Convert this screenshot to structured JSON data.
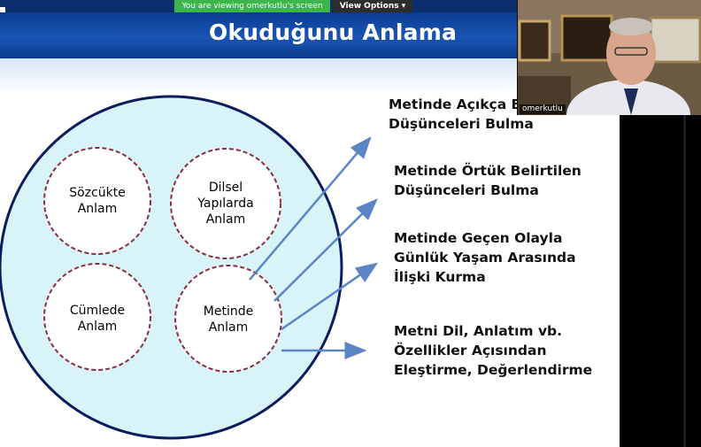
{
  "share_banner": {
    "viewing_text": "You are viewing omerkutlu's screen",
    "view_options_label": "View Options"
  },
  "slide": {
    "title": "Okuduğunu Anlama",
    "bubbles": [
      {
        "lines": [
          "Sözcükte",
          "Anlam"
        ]
      },
      {
        "lines": [
          "Dilsel",
          "Yapılarda",
          "Anlam"
        ]
      },
      {
        "lines": [
          "Cümlede",
          "Anlam"
        ]
      },
      {
        "lines": [
          "Metinde",
          "Anlam"
        ]
      }
    ],
    "items": [
      {
        "lines": [
          "Metinde Açıkça B",
          "Düşünceleri Bulma"
        ]
      },
      {
        "lines": [
          "Metinde Örtük Belirtilen",
          "Düşünceleri Bulma"
        ]
      },
      {
        "lines": [
          "Metinde Geçen Olayla",
          "Günlük Yaşam Arasında",
          "İlişki Kurma"
        ]
      },
      {
        "lines": [
          "Metni Dil, Anlatım vb.",
          "Özellikler Açısından",
          "Eleştirme, Değerlendirme"
        ]
      }
    ]
  },
  "participant": {
    "name": "omerkutlu"
  },
  "colors": {
    "header_blue": "#1a55b5",
    "circle_fill": "#d8f4f8",
    "circle_stroke": "#0b1d5e",
    "arrow": "#5b85c4",
    "banner_green": "#3cb54a"
  }
}
